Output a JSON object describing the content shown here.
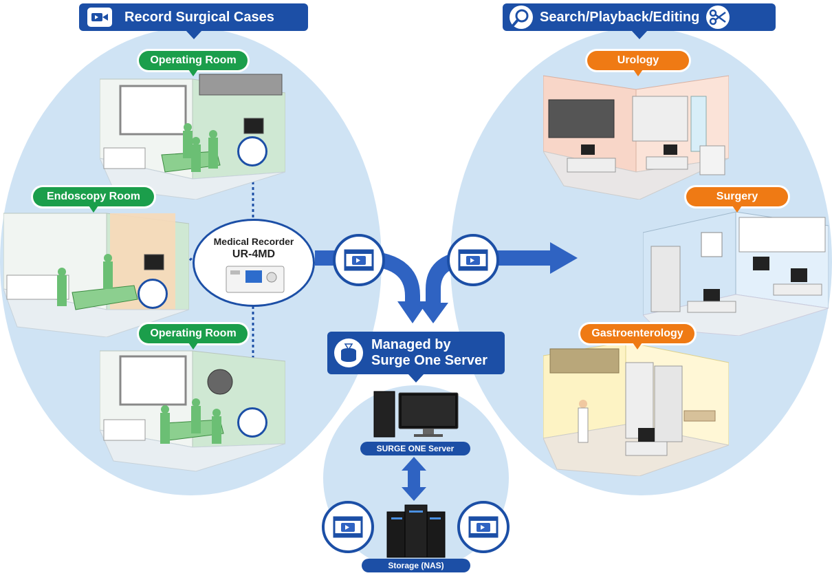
{
  "left_section": {
    "banner": "Record Surgical Cases",
    "icon": "video-camera-icon",
    "rooms": [
      {
        "label": "Operating Room"
      },
      {
        "label": "Endoscopy Room"
      },
      {
        "label": "Operating Room"
      }
    ],
    "recorder": {
      "title": "Medical Recorder",
      "model": "UR-4MD"
    }
  },
  "right_section": {
    "banner": "Search/Playback/Editing",
    "icons": [
      "search-icon",
      "scissors-icon"
    ],
    "departments": [
      {
        "label": "Urology"
      },
      {
        "label": "Surgery"
      },
      {
        "label": "Gastroenterology"
      }
    ]
  },
  "center_section": {
    "banner_line1": "Managed by",
    "banner_line2": "Surge One Server",
    "server_label": "SURGE ONE Server",
    "storage_label": "Storage (NAS)"
  },
  "colors": {
    "navy": "#1c4fa6",
    "green": "#1b9e4b",
    "orange": "#ef7a14",
    "light_blue": "#cfe3f4"
  }
}
